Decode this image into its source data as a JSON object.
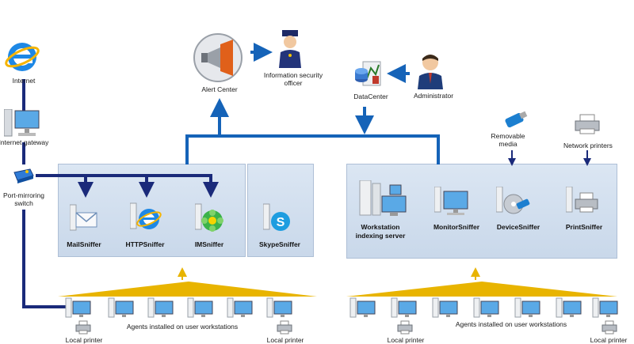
{
  "internet": {
    "label": "Internet"
  },
  "gateway": {
    "label": "Internet gateway"
  },
  "switch": {
    "label": "Port-mirroring switch"
  },
  "alert_center": {
    "label": "Alert Center"
  },
  "officer": {
    "label": "Information security officer"
  },
  "datacenter": {
    "label": "DataCenter"
  },
  "administrator": {
    "label": "Administrator"
  },
  "removable_media": {
    "label": "Removable media"
  },
  "network_printers": {
    "label": "Network printers"
  },
  "sniffers": {
    "mail": "MailSniffer",
    "http": "HTTPSniffer",
    "im": "IMSniffer",
    "skype": "SkypeSniffer",
    "indexing_line1": "Workstation",
    "indexing_line2": "indexing server",
    "monitor": "MonitorSniffer",
    "device": "DeviceSniffer",
    "print": "PrintSniffer"
  },
  "left_group": {
    "agents_label": "Agents installed on user workstations",
    "printer_label_1": "Local printer",
    "printer_label_2": "Local printer"
  },
  "right_group": {
    "agents_label": "Agents installed on user workstations",
    "printer_label_1": "Local printer",
    "printer_label_2": "Local printer"
  },
  "colors": {
    "navy": "#1a2a7a",
    "blue": "#1563b8",
    "gold": "#e8b400",
    "panel": "#d3e0ef"
  }
}
